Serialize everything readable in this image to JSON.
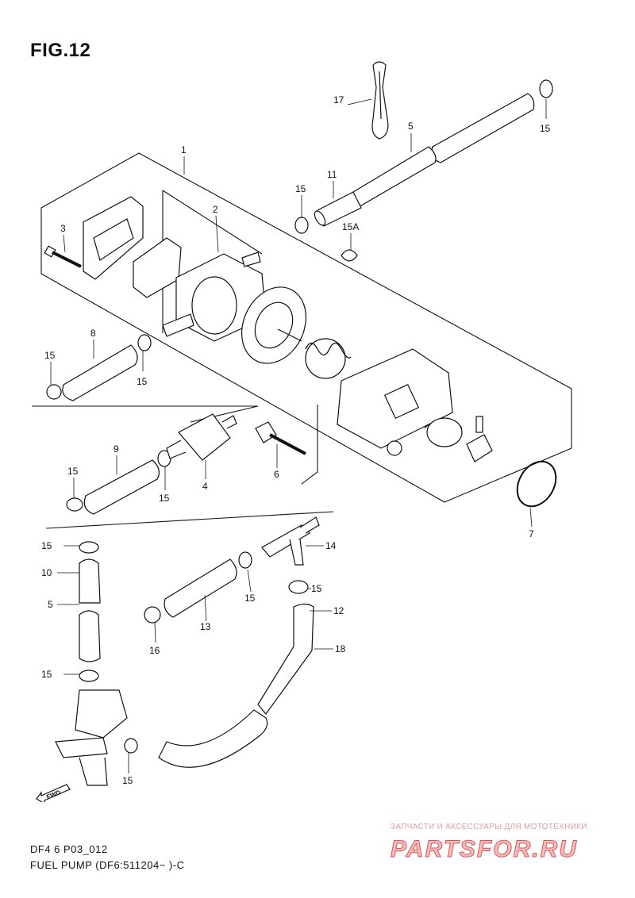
{
  "figure": {
    "title": "FIG.12"
  },
  "callouts": {
    "c1": "1",
    "c2": "2",
    "c3": "3",
    "c4": "4",
    "c5a": "5",
    "c5b": "5",
    "c6": "6",
    "c7": "7",
    "c8": "8",
    "c9": "9",
    "c10": "10",
    "c11": "11",
    "c12": "12",
    "c13": "13",
    "c14": "14",
    "c15a": "15",
    "c15b": "15",
    "c15c": "15",
    "c15d": "15",
    "c15e": "15",
    "c15f": "15",
    "c15g": "15",
    "c15h": "15",
    "c15i": "15",
    "c15j": "15",
    "c15k": "15",
    "c15A": "15A",
    "c16": "16",
    "c17": "17",
    "c18": "18"
  },
  "fwd_label": "FWD",
  "footer": {
    "code": "DF4 6 P03_012",
    "name": "FUEL PUMP (DF6:511204~ )-C"
  },
  "watermark": {
    "caption": "ЗАПЧАСТИ И АКСЕССУАРЫ ДЛЯ МОТОТЕХНИКИ",
    "logo_text": "PARTSFOR.RU",
    "color": "#e05050"
  },
  "colors": {
    "line": "#111111",
    "part_fill": "#ffffff",
    "shade": "#9a9a9a"
  }
}
